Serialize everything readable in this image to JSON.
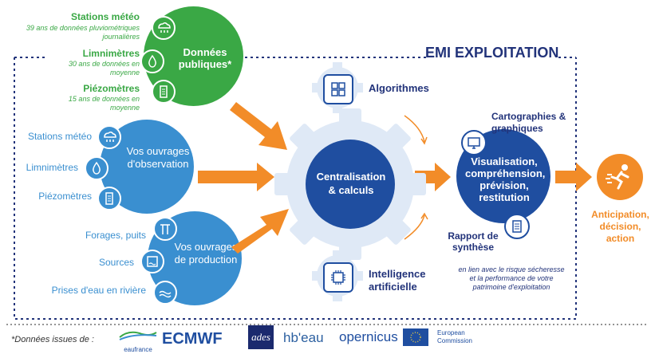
{
  "title": "EMI EXPLOITATION",
  "public_data": {
    "label": "Données publiques*",
    "items": [
      {
        "name": "Stations météo",
        "desc": "39 ans de données pluviométriques journalières"
      },
      {
        "name": "Limnimètres",
        "desc": "30 ans de données en moyenne"
      },
      {
        "name": "Piézomètres",
        "desc": "15 ans de données en moyenne"
      }
    ]
  },
  "observation": {
    "label": "Vos ouvrages d'observation",
    "items": [
      "Stations météo",
      "Limnimètres",
      "Piézomètres"
    ]
  },
  "production": {
    "label": "Vos ouvrages de production",
    "items": [
      "Forages, puits",
      "Sources",
      "Prises d'eau en rivière"
    ]
  },
  "center": {
    "label": "Centralisation & calculs",
    "top": "Algorithmes",
    "bottom": "Intelligence artificielle"
  },
  "output": {
    "label": "Visualisation, compréhension, prévision, restitution",
    "carto": "Cartographies & graphiques",
    "rapport": "Rapport de synthèse",
    "note": "en lien avec le risque sécheresse et la performance de votre patrimoine d'exploitation"
  },
  "final": {
    "label": "Anticipation, décision, action"
  },
  "footer": {
    "source_label": "*Données issues de :",
    "logos": [
      "eaufrance",
      "ECMWF",
      "ades",
      "hb'eau",
      "opernicus",
      "European Commission"
    ]
  },
  "colors": {
    "green": "#3aa845",
    "blue": "#3a8fd0",
    "navy": "#1f4ea0",
    "orange": "#f28c28"
  }
}
